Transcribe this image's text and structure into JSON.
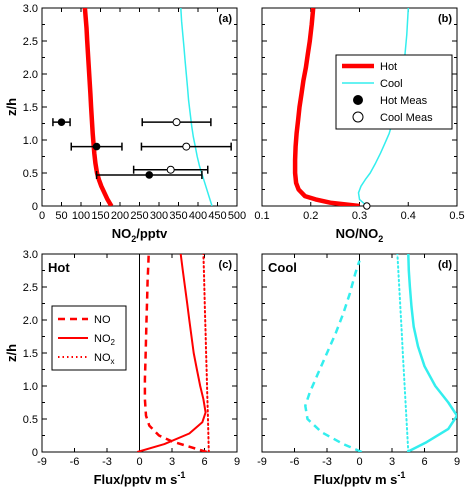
{
  "colors": {
    "hot": "#ff0000",
    "cool": "#33eeee",
    "axis": "#000000"
  },
  "chart_data": [
    {
      "type": "line",
      "panel": "a",
      "panel_label": "(a)",
      "xlabel": "NO",
      "xlabel_sub": "2",
      "xlabel_tail": "/pptv",
      "ylabel": "z/h",
      "xlim": [
        0,
        500
      ],
      "ylim": [
        0,
        3
      ],
      "xticks": [
        "0",
        "50",
        "100",
        "150",
        "200",
        "250",
        "300",
        "350",
        "400",
        "450",
        "500"
      ],
      "yticks": [
        "0",
        "0.5",
        "1.0",
        "1.5",
        "2.0",
        "2.5",
        "3.0"
      ],
      "series": [
        {
          "name": "Hot",
          "style": "hot-thick",
          "x": [
            178,
            168,
            160,
            152,
            146,
            141,
            137,
            134,
            132,
            130,
            128,
            126,
            124,
            122,
            120,
            118,
            116,
            114,
            112,
            110
          ],
          "y": [
            0,
            0.1,
            0.2,
            0.3,
            0.4,
            0.5,
            0.65,
            0.8,
            0.95,
            1.1,
            1.3,
            1.5,
            1.7,
            1.9,
            2.1,
            2.3,
            2.5,
            2.7,
            2.85,
            3.0
          ]
        },
        {
          "name": "Cool",
          "style": "cool-thin",
          "x": [
            436,
            428,
            420,
            412,
            404,
            398,
            393,
            388,
            384,
            380,
            376,
            373,
            370,
            367,
            364,
            361,
            358,
            356
          ],
          "y": [
            0,
            0.15,
            0.3,
            0.45,
            0.6,
            0.75,
            0.9,
            1.05,
            1.2,
            1.4,
            1.6,
            1.8,
            2.0,
            2.2,
            2.4,
            2.6,
            2.8,
            3.0
          ]
        },
        {
          "name": "Hot Meas",
          "style": "hot-meas",
          "x": [
            50,
            140,
            275
          ],
          "y": [
            1.27,
            0.9,
            0.47
          ],
          "xerr": [
            22,
            65,
            135
          ]
        },
        {
          "name": "Cool Meas",
          "style": "cool-meas",
          "x": [
            345,
            370,
            330
          ],
          "y": [
            1.27,
            0.9,
            0.55
          ],
          "xerr": [
            88,
            115,
            95
          ]
        }
      ]
    },
    {
      "type": "line",
      "panel": "b",
      "panel_label": "(b)",
      "xlabel": "NO/NO",
      "xlabel_sub": "2",
      "xlabel_tail": "",
      "ylabel": "",
      "xlim": [
        0.1,
        0.5
      ],
      "ylim": [
        0,
        3
      ],
      "xticks": [
        "0.1",
        "0.2",
        "0.3",
        "0.4",
        "0.5"
      ],
      "yticks": [],
      "series": [
        {
          "name": "Hot",
          "style": "hot-thick",
          "x": [
            0.3,
            0.24,
            0.21,
            0.188,
            0.175,
            0.17,
            0.168,
            0.168,
            0.169,
            0.171,
            0.174,
            0.177,
            0.181,
            0.185,
            0.19,
            0.194,
            0.198,
            0.202,
            0.205
          ],
          "y": [
            0,
            0.05,
            0.1,
            0.15,
            0.25,
            0.35,
            0.5,
            0.7,
            0.9,
            1.1,
            1.3,
            1.5,
            1.7,
            1.9,
            2.1,
            2.3,
            2.5,
            2.75,
            3.0
          ]
        },
        {
          "name": "Cool",
          "style": "cool-thin",
          "x": [
            0.315,
            0.3,
            0.298,
            0.303,
            0.312,
            0.322,
            0.333,
            0.343,
            0.352,
            0.361,
            0.369,
            0.376,
            0.382,
            0.387,
            0.392,
            0.397,
            0.4
          ],
          "y": [
            0,
            0.1,
            0.2,
            0.3,
            0.4,
            0.5,
            0.65,
            0.8,
            0.95,
            1.1,
            1.3,
            1.5,
            1.7,
            1.9,
            2.2,
            2.6,
            3.0
          ]
        },
        {
          "name": "Cool Meas",
          "style": "cool-meas-point",
          "x": [
            0.315
          ],
          "y": [
            0.0
          ]
        }
      ]
    },
    {
      "type": "line",
      "panel": "c",
      "panel_label": "(c)",
      "title": "Hot",
      "xlabel": "Flux/pptv m s",
      "xlabel_sup": "-1",
      "ylabel": "z/h",
      "xlim": [
        -9,
        9
      ],
      "ylim": [
        0,
        3
      ],
      "xticks": [
        "-9",
        "-6",
        "-3",
        "0",
        "3",
        "6",
        "9"
      ],
      "yticks": [
        "0",
        "0.5",
        "1.0",
        "1.5",
        "2.0",
        "2.5",
        "3.0"
      ],
      "series": [
        {
          "name": "NO",
          "style": "hot-dash",
          "x": [
            6.2,
            4.6,
            3.0,
            1.8,
            0.9,
            0.6,
            0.5,
            0.5,
            0.55,
            0.6,
            0.65,
            0.7,
            0.75,
            0.8,
            0.85
          ],
          "y": [
            0,
            0.08,
            0.16,
            0.25,
            0.4,
            0.55,
            0.8,
            1.1,
            1.4,
            1.7,
            2.0,
            2.3,
            2.6,
            2.8,
            3.0
          ]
        },
        {
          "name": "NO",
          "name_sub": "2",
          "style": "hot-solid",
          "x": [
            -0.2,
            2.3,
            4.6,
            5.8,
            6.1,
            5.9,
            5.6,
            5.3,
            5.0,
            4.8,
            4.6,
            4.4,
            4.2,
            4.0,
            3.8
          ],
          "y": [
            0,
            0.12,
            0.28,
            0.45,
            0.6,
            0.8,
            1.0,
            1.25,
            1.5,
            1.75,
            2.0,
            2.25,
            2.5,
            2.75,
            3.0
          ]
        },
        {
          "name": "NO",
          "name_sub": "x",
          "style": "hot-dot",
          "x": [
            6.4,
            6.35,
            6.3,
            6.25,
            6.2,
            6.15,
            6.1,
            6.05,
            6.0,
            5.95,
            5.9
          ],
          "y": [
            0,
            0.3,
            0.6,
            0.9,
            1.2,
            1.5,
            1.8,
            2.1,
            2.4,
            2.7,
            3.0
          ]
        }
      ]
    },
    {
      "type": "line",
      "panel": "d",
      "panel_label": "(d)",
      "title": "Cool",
      "xlabel": "Flux/pptv m s",
      "xlabel_sup": "-1",
      "ylabel": "",
      "xlim": [
        -9,
        9
      ],
      "ylim": [
        0,
        3
      ],
      "xticks": [
        "-9",
        "-6",
        "-3",
        "0",
        "3",
        "6",
        "9"
      ],
      "yticks": [],
      "series": [
        {
          "name": "NO",
          "style": "cool-dash",
          "x": [
            0.2,
            -1.5,
            -3.5,
            -4.8,
            -5.0,
            -4.6,
            -3.8,
            -3.0,
            -2.2,
            -1.5,
            -0.9,
            -0.4,
            0.0
          ],
          "y": [
            0,
            0.12,
            0.3,
            0.5,
            0.7,
            0.9,
            1.2,
            1.5,
            1.8,
            2.1,
            2.4,
            2.7,
            2.9
          ]
        },
        {
          "name": "NO",
          "name_sub": "2",
          "style": "cool-solid",
          "x": [
            4.4,
            6.2,
            8.2,
            9.0,
            8.2,
            7.0,
            6.0,
            5.4,
            5.0,
            4.8,
            4.65,
            4.55,
            4.5
          ],
          "y": [
            0,
            0.15,
            0.35,
            0.55,
            0.75,
            1.0,
            1.3,
            1.6,
            1.9,
            2.2,
            2.5,
            2.75,
            3.0
          ]
        },
        {
          "name": "NO",
          "name_sub": "x",
          "style": "cool-dot",
          "x": [
            4.5,
            4.4,
            4.3,
            4.2,
            4.1,
            4.0,
            3.9,
            3.8,
            3.7,
            3.6,
            3.5
          ],
          "y": [
            0,
            0.3,
            0.6,
            0.9,
            1.2,
            1.5,
            1.8,
            2.1,
            2.4,
            2.7,
            3.0
          ]
        }
      ]
    }
  ]
}
